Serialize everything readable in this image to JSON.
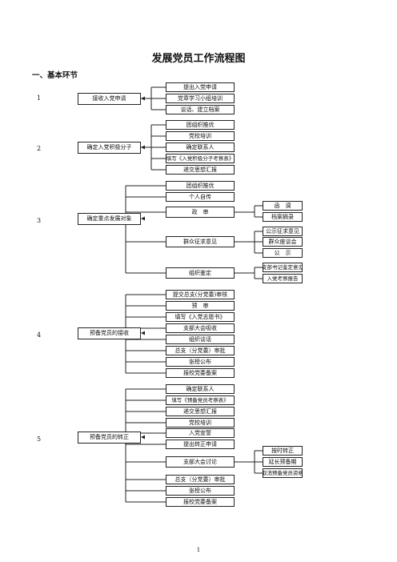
{
  "title": "发展党员工作流程图",
  "section_heading": "一、基本环节",
  "page_number": "1",
  "stages": [
    {
      "number": "1",
      "label": "接收入党申请",
      "steps": [
        "提出入党申请",
        "党章学习小组培训",
        "谈话、建立档案"
      ]
    },
    {
      "number": "2",
      "label": "确定入党积极分子",
      "steps": [
        "团组织推优",
        "党校培训",
        "确定联系人",
        "填写《入党积极分子考察表》",
        "递交思想汇报"
      ]
    },
    {
      "number": "3",
      "label": "确定重点发展对象",
      "steps": [
        {
          "label": "团组织推优"
        },
        {
          "label": "个人自传"
        },
        {
          "label": "政　审",
          "subs": [
            "函　调",
            "档案摘录"
          ]
        },
        {
          "label": "群众征求意见",
          "subs": [
            "公示征求意见",
            "群众座谈会",
            "公　示"
          ]
        },
        {
          "label": "组织鉴定",
          "subs": [
            "支部书记鉴定意见",
            "入党考察报告"
          ]
        }
      ]
    },
    {
      "number": "4",
      "label": "预备党员的接收",
      "steps": [
        "提交总支(分党委)审核",
        "预　审",
        "填写《入党志愿书》",
        "支部大会吸收",
        "组织谈话",
        "总支（分党委）审批",
        "张榜公布",
        "报校党委备案"
      ]
    },
    {
      "number": "5",
      "label": "预备党员的转正",
      "steps": [
        {
          "label": "确定联系人"
        },
        {
          "label": "填写《预备党员考察表》"
        },
        {
          "label": "递交思想汇报"
        },
        {
          "label": "党校培训"
        },
        {
          "label": "入党宣誓"
        },
        {
          "label": "提出转正申请"
        },
        {
          "label": "支部大会讨论",
          "subs": [
            "按时转正",
            "延长预备期",
            "取消预备党员资格"
          ]
        },
        {
          "label": "总支（分党委）审批"
        },
        {
          "label": "张榜公布"
        },
        {
          "label": "报校党委备案"
        }
      ]
    }
  ]
}
